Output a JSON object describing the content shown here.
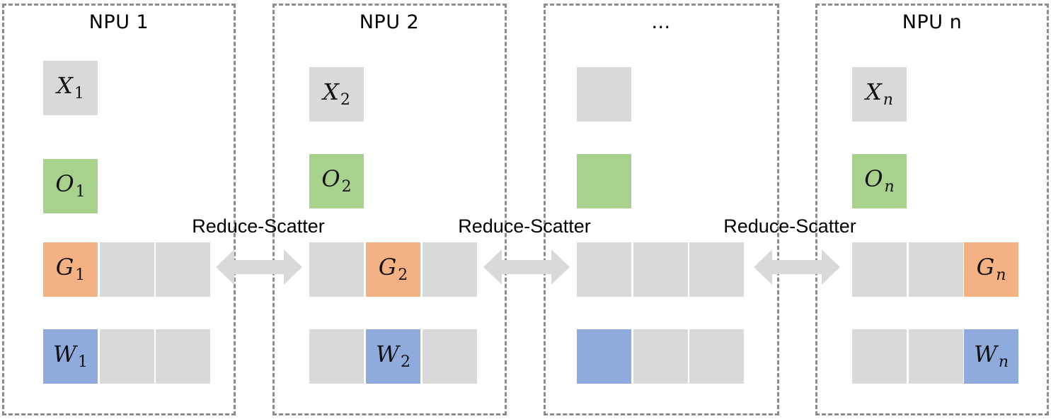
{
  "npus": [
    {
      "title": "NPU 1",
      "x": "X",
      "x_sub": "1",
      "o": "O",
      "o_sub": "1",
      "g": "G",
      "g_sub": "1",
      "w": "W",
      "w_sub": "1"
    },
    {
      "title": "NPU 2",
      "x": "X",
      "x_sub": "2",
      "o": "O",
      "o_sub": "2",
      "g": "G",
      "g_sub": "2",
      "w": "W",
      "w_sub": "2"
    },
    {
      "title": "…"
    },
    {
      "title": "NPU n",
      "x": "X",
      "x_sub": "n",
      "o": "O",
      "o_sub": "n",
      "g": "G",
      "g_sub": "n",
      "w": "W",
      "w_sub": "n"
    }
  ],
  "links": [
    {
      "label": "Reduce-Scatter"
    },
    {
      "label": "Reduce-Scatter"
    },
    {
      "label": "Reduce-Scatter"
    }
  ],
  "colors": {
    "gray": "#d9d9d9",
    "green": "#a9d18e",
    "orange": "#f4b183",
    "blue": "#8faadc",
    "arrow": "#d9d9d9",
    "border": "#8c8c8c"
  }
}
